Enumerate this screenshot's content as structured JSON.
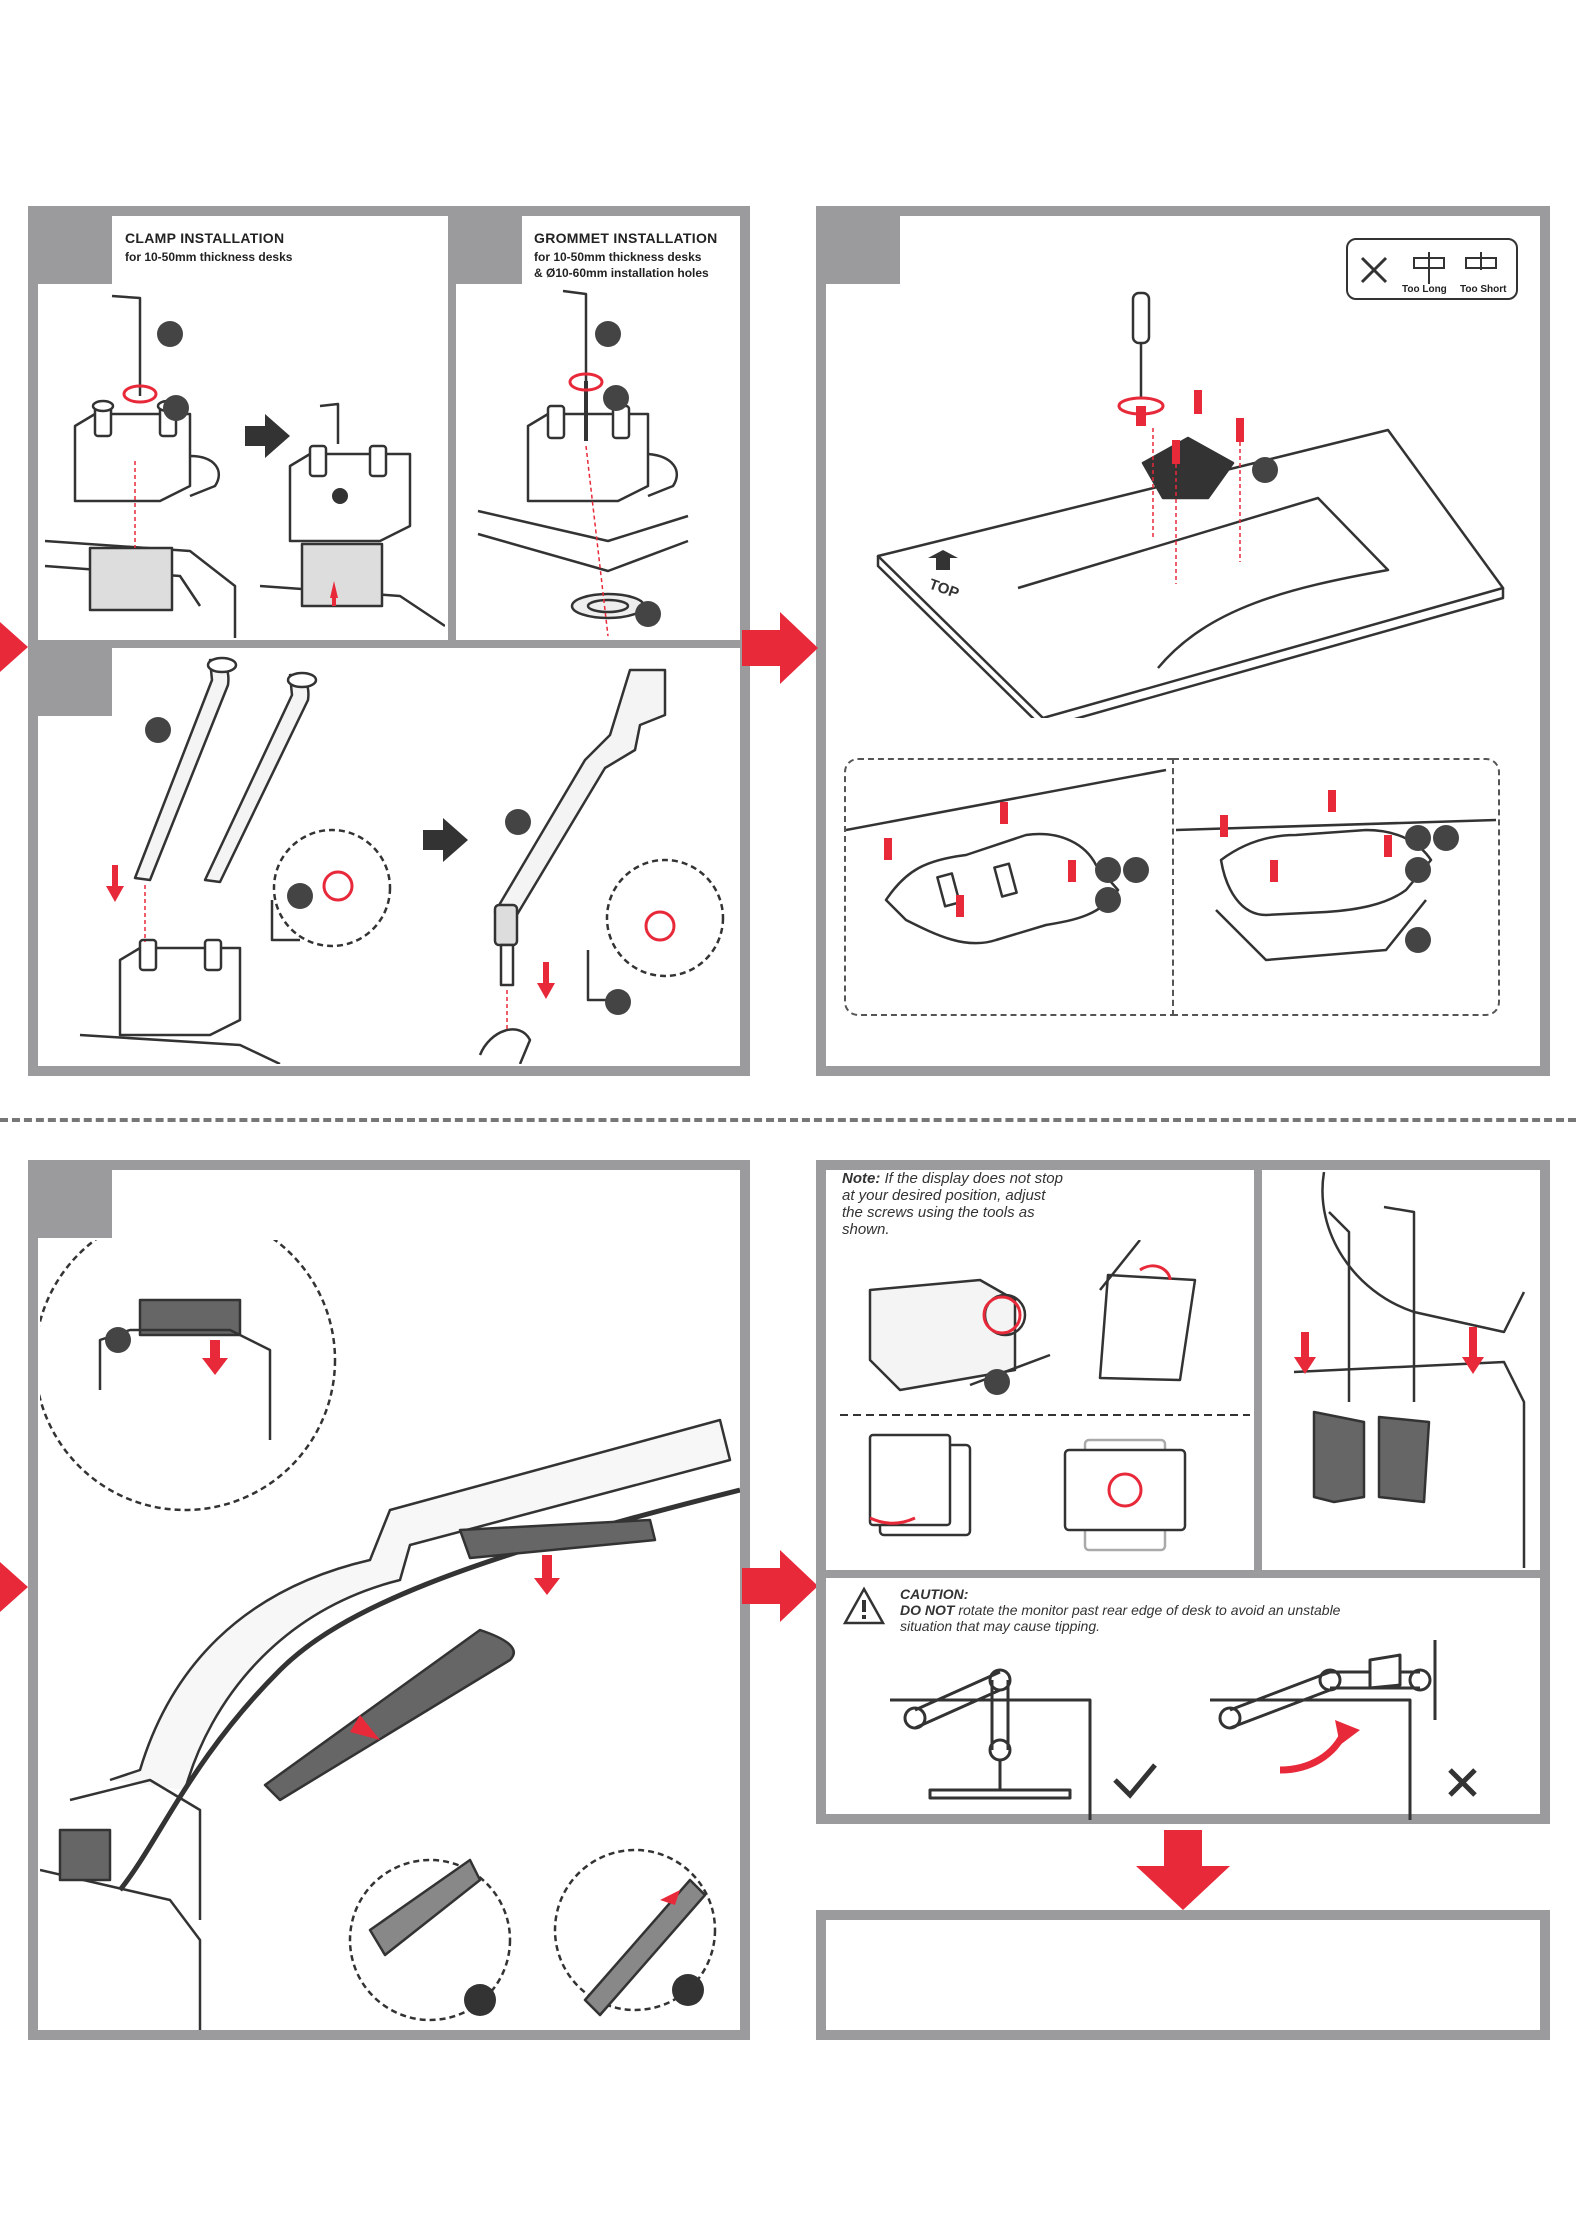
{
  "clamp": {
    "heading": "CLAMP INSTALLATION",
    "sub": "for 10-50mm thickness desks"
  },
  "grommet": {
    "heading": "GROMMET INSTALLATION",
    "sub1": "for 10-50mm  thickness desks",
    "sub2": "& Ø10-60mm  installation holes"
  },
  "screw_guide": {
    "too_long": "Too Long",
    "too_short": "Too Short"
  },
  "monitor": {
    "top_label": "TOP"
  },
  "note": {
    "label": "Note:",
    "text": "If the display does not stop at your desired position, adjust the screws using the tools as shown."
  },
  "caution": {
    "label": "CAUTION:",
    "do_not": "DO NOT",
    "text": "rotate the monitor past rear edge of desk to avoid an unstable situation that may cause tipping."
  },
  "colors": {
    "accent_red": "#e8293a",
    "panel_gray": "#9b9a9c",
    "line_dark": "#333333"
  }
}
